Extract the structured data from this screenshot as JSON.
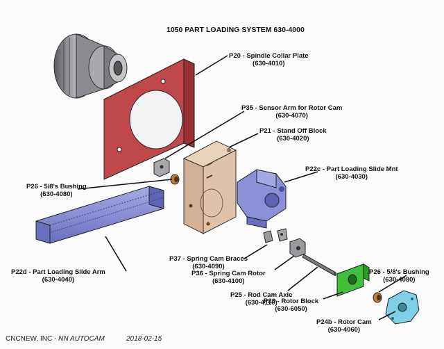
{
  "title": "1050 PART LOADING SYSTEM 630-4000",
  "callouts": [
    {
      "id": "p20",
      "name": "P20 - Spindle Collar Plate",
      "number": "(630-4010)"
    },
    {
      "id": "p35",
      "name": "P35 - Sensor Arm for Rotor Cam",
      "number": "(630-4070)"
    },
    {
      "id": "p21",
      "name": "P21 - Stand Off Block",
      "number": "(630-4020)"
    },
    {
      "id": "p22c",
      "name": "P22c - Part Loading Slide Mnt",
      "number": "(630-4030)"
    },
    {
      "id": "p26a",
      "name": "P26 - 5/8's Bushing",
      "number": "(630-4080)"
    },
    {
      "id": "p22d",
      "name": "P22d - Part Loading Slide Arm",
      "number": "(630-4040)"
    },
    {
      "id": "p37",
      "name": "P37 - Spring Cam Braces",
      "number": "(630-4090)"
    },
    {
      "id": "p36",
      "name": "P36 - Spring Cam Rotor",
      "number": "(630-4100)"
    },
    {
      "id": "p26b",
      "name": "P26 - 5/8's Bushing",
      "number": "(630-4080)"
    },
    {
      "id": "p25",
      "name": "P25 - Rod Cam Axle",
      "number": "(630-4110)"
    },
    {
      "id": "p23",
      "name": "P23 - Rotor Block",
      "number": "(630-6050)"
    },
    {
      "id": "p24b",
      "name": "P24b - Rotor Cam",
      "number": "(630-4060)"
    }
  ],
  "footer": {
    "company": "CNCNEW, INC -",
    "product": "NN AUTOCAM",
    "date": "2018-02-15"
  },
  "colors": {
    "plate": "#c0474a",
    "standoff": "#d9b79a",
    "slide": "#8a8fd6",
    "rotor_block": "#3fbf3a",
    "rotor_cam": "#7fd0e6",
    "spindle": "#9a9aa0"
  }
}
